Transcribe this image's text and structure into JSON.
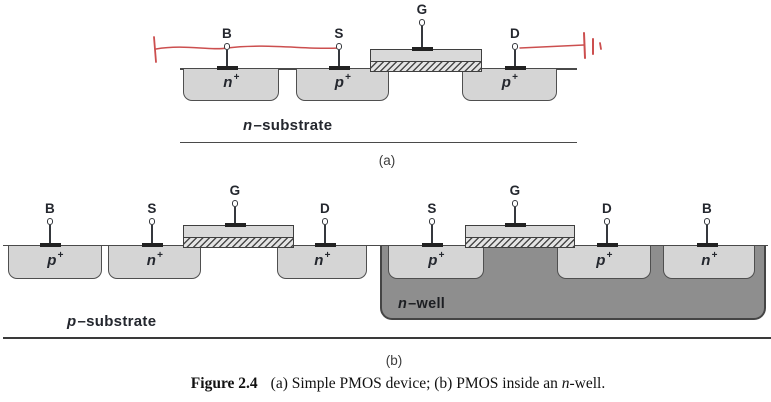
{
  "diagram_a": {
    "sublabel": "(a)",
    "terminals": [
      {
        "label": "B"
      },
      {
        "label": "S"
      },
      {
        "label": "G"
      },
      {
        "label": "D"
      }
    ],
    "regions": [
      {
        "base": "n",
        "sup": "+"
      },
      {
        "base": "p",
        "sup": "+"
      },
      {
        "base": "p",
        "sup": "+"
      }
    ],
    "substrate": {
      "base": "n",
      "rest": "–substrate"
    }
  },
  "diagram_b": {
    "sublabel": "(b)",
    "nmos_terminals": [
      {
        "label": "B"
      },
      {
        "label": "S"
      },
      {
        "label": "G"
      },
      {
        "label": "D"
      }
    ],
    "pmos_terminals": [
      {
        "label": "S"
      },
      {
        "label": "G"
      },
      {
        "label": "D"
      },
      {
        "label": "B"
      }
    ],
    "regions": [
      {
        "base": "p",
        "sup": "+"
      },
      {
        "base": "n",
        "sup": "+"
      },
      {
        "base": "n",
        "sup": "+"
      },
      {
        "base": "p",
        "sup": "+"
      },
      {
        "base": "p",
        "sup": "+"
      },
      {
        "base": "n",
        "sup": "+"
      }
    ],
    "substrate": {
      "base": "p",
      "rest": "–substrate"
    },
    "nwell": {
      "base": "n",
      "rest": "–well"
    }
  },
  "caption": {
    "label": "Figure 2.4",
    "part1": "(a) Simple PMOS device; (b) PMOS inside an ",
    "italic": "n",
    "part2": "-well."
  },
  "colors": {
    "diffusion_fill": "#d5d5d5",
    "nwell_fill": "#8e8e8e",
    "outline": "#4a4a4a",
    "contact": "#222222",
    "wire_red": "#cc4f4f",
    "text": "#24272e"
  }
}
